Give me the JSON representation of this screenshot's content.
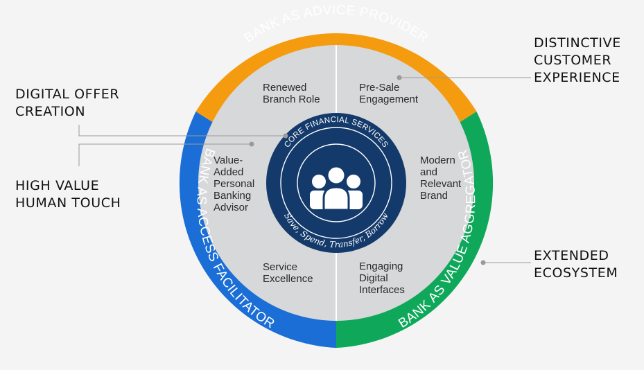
{
  "colors": {
    "background": "#f4f4f4",
    "advice_arc": "#f59b0f",
    "value_arc": "#0fa85a",
    "access_arc": "#1a6ed6",
    "segments": "#d7d8da",
    "core": "#143a6b",
    "connector": "#9a9a9a",
    "text": "#111111"
  },
  "outer_ring": {
    "advice": "BANK AS ADVICE PROVIDER",
    "value": "BANK AS VALUE AGGREGATOR",
    "access": "BANK AS ACCESS FACILITATOR"
  },
  "segments": {
    "renewed": [
      "Renewed",
      "Branch Role"
    ],
    "presale": [
      "Pre-Sale",
      "Engagement"
    ],
    "modern": [
      "Modern",
      "and",
      "Relevant",
      "Brand"
    ],
    "engaging": [
      "Engaging",
      "Digital",
      "Interfaces"
    ],
    "service": [
      "Service",
      "Excellence"
    ],
    "value_added": [
      "Value-",
      "Added",
      "Personal",
      "Banking",
      "Advisor"
    ]
  },
  "core": {
    "top": "CORE FINANCIAL SERVICES",
    "bottom": "Save, Spend, Transfer, Borrow",
    "icon": "people-group-icon"
  },
  "callouts": {
    "digital": [
      "DIGITAL OFFER",
      "CREATION"
    ],
    "human": [
      "HIGH VALUE",
      "HUMAN TOUCH"
    ],
    "distinctive": [
      "DISTINCTIVE",
      "CUSTOMER",
      "EXPERIENCE"
    ],
    "extended": [
      "EXTENDED",
      "ECOSYSTEM"
    ]
  }
}
